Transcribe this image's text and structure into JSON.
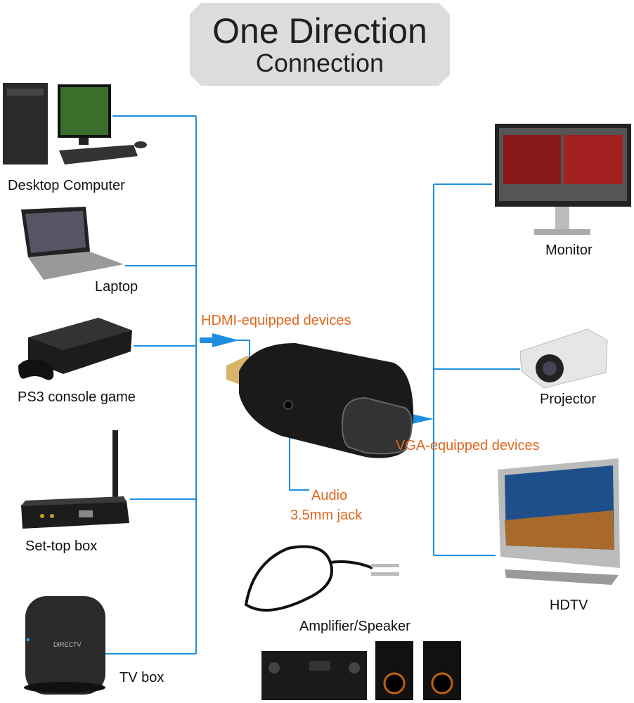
{
  "title": {
    "line1": "One Direction",
    "line2": "Connection"
  },
  "colors": {
    "line": "#1e8fe0",
    "label_accent": "#e2661c",
    "title_bg": "#dcdcdc"
  },
  "sources": [
    {
      "label": "Desktop Computer",
      "icon": "desktop-computer-icon"
    },
    {
      "label": "Laptop",
      "icon": "laptop-icon"
    },
    {
      "label": "PS3 console game",
      "icon": "game-console-icon"
    },
    {
      "label": "Set-top box",
      "icon": "set-top-box-icon"
    },
    {
      "label": "TV box",
      "icon": "tv-box-icon"
    }
  ],
  "outputs": [
    {
      "label": "Monitor",
      "icon": "monitor-icon"
    },
    {
      "label": "Projector",
      "icon": "projector-icon"
    },
    {
      "label": "HDTV",
      "icon": "hdtv-icon"
    }
  ],
  "adapter": {
    "input_label": "HDMI-equipped devices",
    "output_label": "VGA-equipped devices",
    "audio_label_1": "Audio",
    "audio_label_2": "3.5mm jack"
  },
  "audio_device": {
    "label": "Amplifier/Speaker",
    "icon": "amplifier-speaker-icon"
  }
}
